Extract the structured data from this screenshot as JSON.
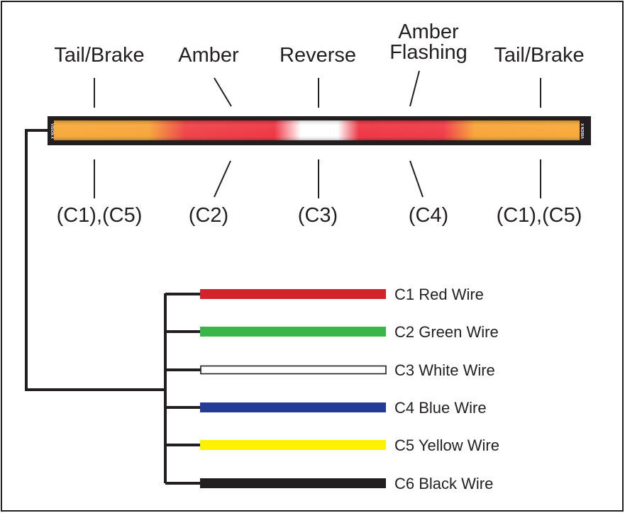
{
  "top_labels": {
    "tail_brake_left": "Tail/Brake",
    "amber": "Amber",
    "reverse": "Reverse",
    "amber_flashing_line1": "Amber",
    "amber_flashing_line2": "Flashing",
    "tail_brake_right": "Tail/Brake"
  },
  "bottom_labels": {
    "c1_c5_left": "(C1),(C5)",
    "c2": "(C2)",
    "c3": "(C3)",
    "c4": "(C4)",
    "c1_c5_right": "(C1),(C5)"
  },
  "bar_brand": "VISION X",
  "wires": [
    {
      "label": "C1 Red Wire",
      "color": "#d2232a"
    },
    {
      "label": "C2 Green Wire",
      "color": "#3bb54a"
    },
    {
      "label": "C3 White Wire",
      "color": "#ffffff"
    },
    {
      "label": "C4 Blue Wire",
      "color": "#233c96"
    },
    {
      "label": "C5 Yellow Wire",
      "color": "#fff200"
    },
    {
      "label": "C6 Black Wire",
      "color": "#231f20"
    }
  ],
  "colors": {
    "frame": "#231f20",
    "amber": "#f7a530",
    "red": "#ee2d3d",
    "white_light": "#ffffff"
  }
}
